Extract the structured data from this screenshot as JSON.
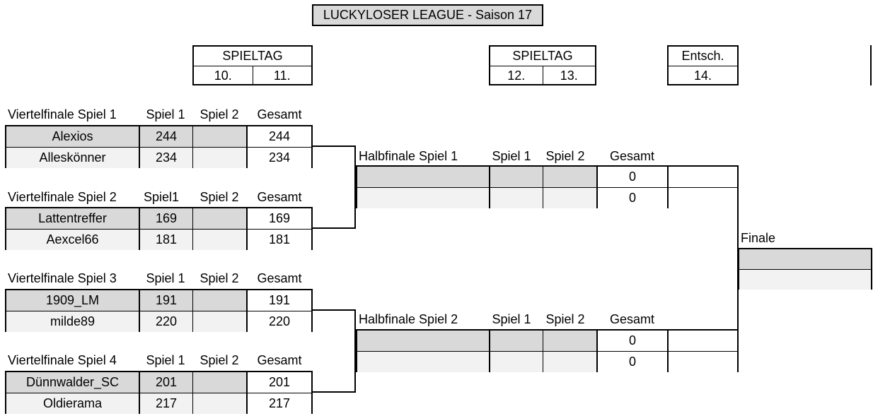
{
  "title": "LUCKYLOSER LEAGUE - Saison 17",
  "spieltag_blocks": [
    {
      "header": "SPIELTAG",
      "days": [
        "10.",
        "11."
      ]
    },
    {
      "header": "SPIELTAG",
      "days": [
        "12.",
        "13."
      ]
    },
    {
      "header": "Entsch.",
      "days": [
        "14."
      ]
    }
  ],
  "quarterfinals": [
    {
      "label": "Viertelfinale Spiel 1",
      "col_spiel1": "Spiel 1",
      "col_spiel2": "Spiel 2",
      "col_gesamt": "Gesamt",
      "rows": [
        {
          "team": "Alexios",
          "spiel1": "244",
          "spiel2": "",
          "gesamt": "244"
        },
        {
          "team": "Alleskönner",
          "spiel1": "234",
          "spiel2": "",
          "gesamt": "234"
        }
      ]
    },
    {
      "label": "Viertelfinale Spiel 2",
      "col_spiel1": "Spiel1",
      "col_spiel2": "Spiel 2",
      "col_gesamt": "Gesamt",
      "rows": [
        {
          "team": "Lattentreffer",
          "spiel1": "169",
          "spiel2": "",
          "gesamt": "169"
        },
        {
          "team": "Aexcel66",
          "spiel1": "181",
          "spiel2": "",
          "gesamt": "181"
        }
      ]
    },
    {
      "label": "Viertelfinale Spiel 3",
      "col_spiel1": "Spiel 1",
      "col_spiel2": "Spiel 2",
      "col_gesamt": "Gesamt",
      "rows": [
        {
          "team": "1909_LM",
          "spiel1": "191",
          "spiel2": "",
          "gesamt": "191"
        },
        {
          "team": "milde89",
          "spiel1": "220",
          "spiel2": "",
          "gesamt": "220"
        }
      ]
    },
    {
      "label": "Viertelfinale Spiel 4",
      "col_spiel1": "Spiel 1",
      "col_spiel2": "Spiel 2",
      "col_gesamt": "Gesamt",
      "rows": [
        {
          "team": "Dünnwalder_SC",
          "spiel1": "201",
          "spiel2": "",
          "gesamt": "201"
        },
        {
          "team": "Oldierama",
          "spiel1": "217",
          "spiel2": "",
          "gesamt": "217"
        }
      ]
    }
  ],
  "semifinals": [
    {
      "label": "Halbfinale Spiel 1",
      "col_spiel1": "Spiel 1",
      "col_spiel2": "Spiel 2",
      "col_gesamt": "Gesamt",
      "rows": [
        {
          "team": "",
          "spiel1": "",
          "spiel2": "",
          "gesamt": "0",
          "extra": ""
        },
        {
          "team": "",
          "spiel1": "",
          "spiel2": "",
          "gesamt": "0",
          "extra": ""
        }
      ]
    },
    {
      "label": "Halbfinale Spiel 2",
      "col_spiel1": "Spiel 1",
      "col_spiel2": "Spiel 2",
      "col_gesamt": "Gesamt",
      "rows": [
        {
          "team": "",
          "spiel1": "",
          "spiel2": "",
          "gesamt": "0",
          "extra": ""
        },
        {
          "team": "",
          "spiel1": "",
          "spiel2": "",
          "gesamt": "0",
          "extra": ""
        }
      ]
    }
  ],
  "final": {
    "label": "Finale",
    "rows": [
      {
        "team": ""
      },
      {
        "team": ""
      }
    ]
  }
}
